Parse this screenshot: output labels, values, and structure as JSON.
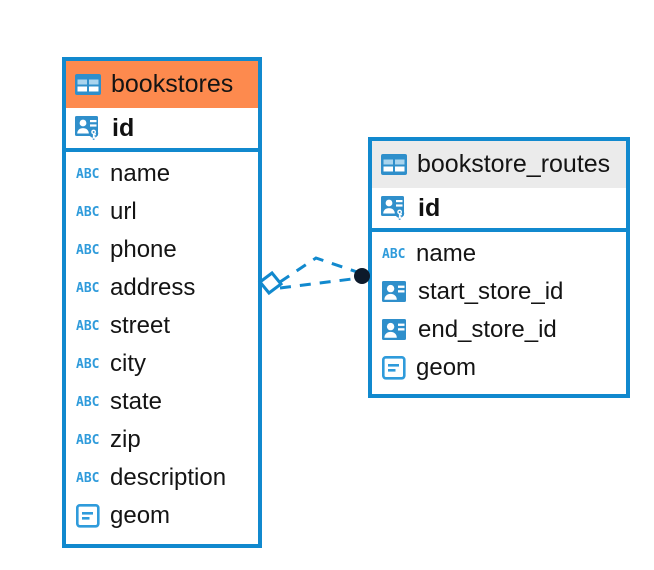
{
  "diagram": {
    "type": "entity-relationship-diagram",
    "background": "#ffffff",
    "colors": {
      "border": "#1189CE",
      "header_accent": "#FD8A4E",
      "header_neutral": "#EBEBEB",
      "icon_blue": "#2F9BDB",
      "connector": "#1189CE",
      "endpoint_dot": "#0D1A2B",
      "text": "#141414"
    },
    "entities": [
      {
        "name": "bookstores",
        "header_style": "accent-orange",
        "header_icon": "table-icon",
        "primary_key": {
          "name": "id",
          "icon": "primary-key-icon"
        },
        "fields": [
          {
            "name": "name",
            "icon": "text-type-icon"
          },
          {
            "name": "url",
            "icon": "text-type-icon"
          },
          {
            "name": "phone",
            "icon": "text-type-icon"
          },
          {
            "name": "address",
            "icon": "text-type-icon"
          },
          {
            "name": "street",
            "icon": "text-type-icon"
          },
          {
            "name": "city",
            "icon": "text-type-icon"
          },
          {
            "name": "state",
            "icon": "text-type-icon"
          },
          {
            "name": "zip",
            "icon": "text-type-icon"
          },
          {
            "name": "description",
            "icon": "text-type-icon"
          },
          {
            "name": "geom",
            "icon": "geometry-type-icon"
          }
        ]
      },
      {
        "name": "bookstore_routes",
        "header_style": "accent-gray",
        "header_icon": "table-icon",
        "primary_key": {
          "name": "id",
          "icon": "primary-key-icon"
        },
        "fields": [
          {
            "name": "name",
            "icon": "text-type-icon"
          },
          {
            "name": "start_store_id",
            "icon": "foreign-key-icon"
          },
          {
            "name": "end_store_id",
            "icon": "foreign-key-icon"
          },
          {
            "name": "geom",
            "icon": "geometry-type-icon"
          }
        ]
      }
    ],
    "relationship": {
      "from": "bookstores",
      "to": "bookstore_routes",
      "line_style": "dashed",
      "source_marker": "open-diamond",
      "target_marker": "filled-circle"
    }
  }
}
